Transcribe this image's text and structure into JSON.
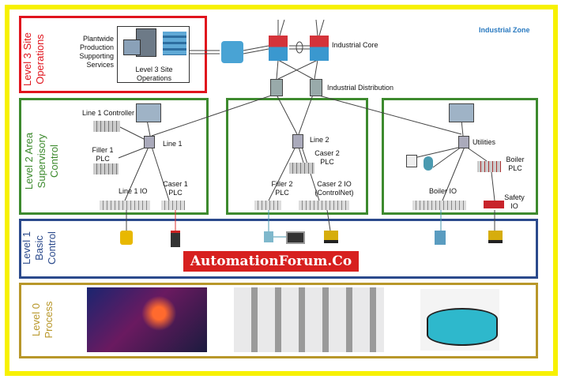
{
  "zone_label": "Industrial Zone",
  "levels": {
    "l3": {
      "title_line1": "Level 3 Site",
      "title_line2": "Operations",
      "color": "#e0141d"
    },
    "l2": {
      "title_line1": "Level 2 Area",
      "title_line2": "Supervisory",
      "title_line3": "Control",
      "color": "#3d8a2e"
    },
    "l1": {
      "title_line1": "Level 1",
      "title_line2": "Basic",
      "title_line3": "Control",
      "color": "#2b4a8c"
    },
    "l0": {
      "title_line1": "Level 0",
      "title_line2": "Process",
      "color": "#b8972a"
    }
  },
  "labels": {
    "plantwide": "Plantwide",
    "production": "Production",
    "supporting": "Supporting",
    "services": "Services",
    "site_ops_1": "Level 3 Site",
    "site_ops_2": "Operations",
    "industrial_core": "Industrial Core",
    "industrial_distribution": "Industrial Distribution",
    "line1_controller": "Line 1 Controller",
    "line1": "Line 1",
    "filler1_1": "Filler 1",
    "filler1_2": "PLC",
    "line1_io": "Line 1 IO",
    "caser1_1": "Caser 1",
    "caser1_2": "PLC",
    "line2": "Line 2",
    "caser2_1": "Caser 2",
    "caser2_2": "PLC",
    "filler2_1": "Filler 2",
    "filler2_2": "PLC",
    "caser2io_1": "Caser 2 IO",
    "caser2io_2": "(ControlNet)",
    "utilities": "Utilities",
    "boiler_plc_1": "Boiler",
    "boiler_plc_2": "PLC",
    "boiler_io": "Boiler IO",
    "safety_io_1": "Safety",
    "safety_io_2": "IO"
  },
  "watermark": "AutomationForum.Co"
}
